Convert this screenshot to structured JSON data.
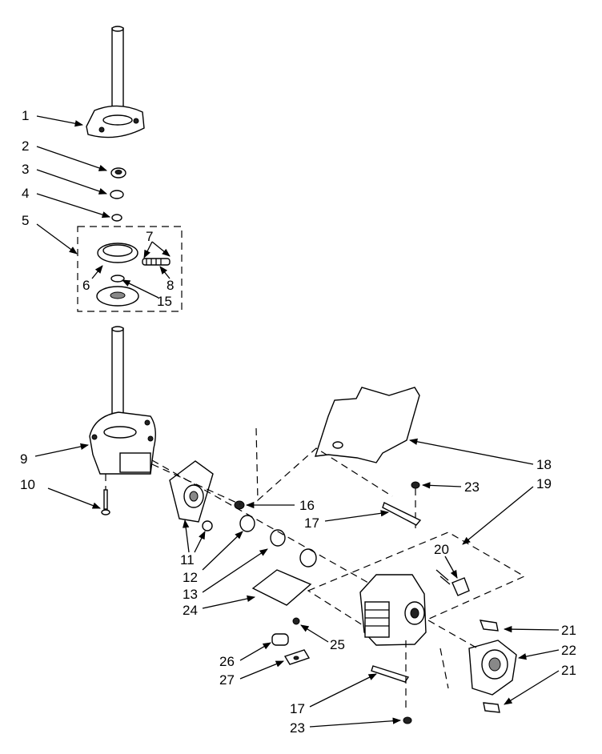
{
  "callouts": [
    {
      "id": "c1",
      "text": "1"
    },
    {
      "id": "c2",
      "text": "2"
    },
    {
      "id": "c3",
      "text": "3"
    },
    {
      "id": "c4",
      "text": "4"
    },
    {
      "id": "c5",
      "text": "5"
    },
    {
      "id": "c6",
      "text": "6"
    },
    {
      "id": "c7",
      "text": "7"
    },
    {
      "id": "c8",
      "text": "8"
    },
    {
      "id": "c15",
      "text": "15"
    },
    {
      "id": "c9",
      "text": "9"
    },
    {
      "id": "c10",
      "text": "10"
    },
    {
      "id": "c11",
      "text": "11"
    },
    {
      "id": "c12",
      "text": "12"
    },
    {
      "id": "c13",
      "text": "13"
    },
    {
      "id": "c24",
      "text": "24"
    },
    {
      "id": "c16",
      "text": "16"
    },
    {
      "id": "c17a",
      "text": "17"
    },
    {
      "id": "c18",
      "text": "18"
    },
    {
      "id": "c19",
      "text": "19"
    },
    {
      "id": "c23a",
      "text": "23"
    },
    {
      "id": "c20",
      "text": "20"
    },
    {
      "id": "c21a",
      "text": "21"
    },
    {
      "id": "c22",
      "text": "22"
    },
    {
      "id": "c21b",
      "text": "21"
    },
    {
      "id": "c25",
      "text": "25"
    },
    {
      "id": "c26",
      "text": "26"
    },
    {
      "id": "c27",
      "text": "27"
    },
    {
      "id": "c17b",
      "text": "17"
    },
    {
      "id": "c23b",
      "text": "23"
    }
  ]
}
